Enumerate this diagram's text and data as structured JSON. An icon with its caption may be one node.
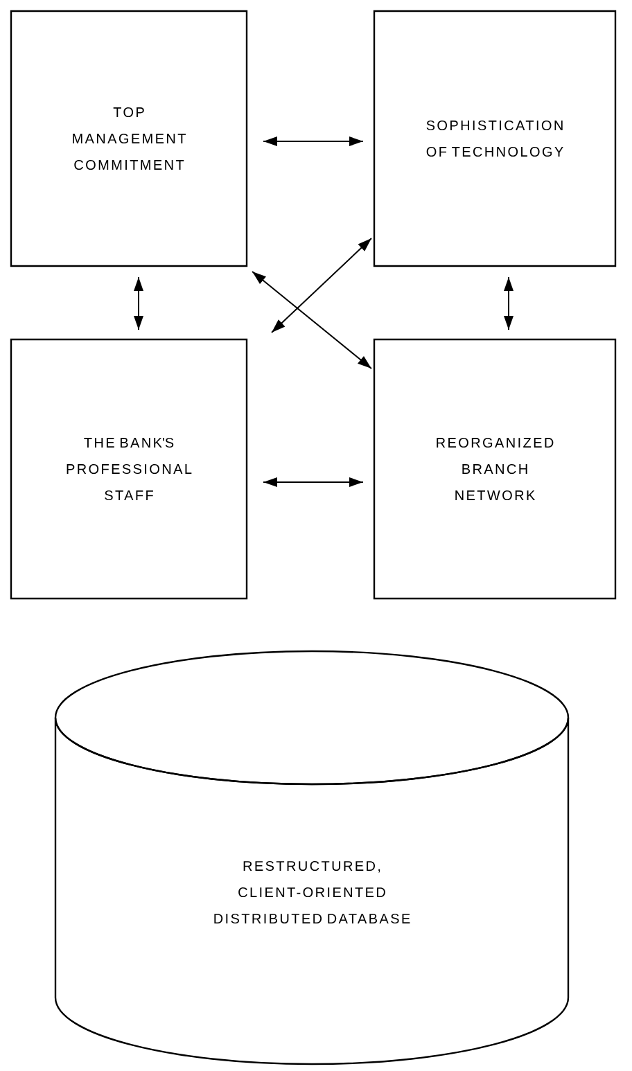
{
  "diagram": {
    "nodes": [
      {
        "text": [
          "TOP MANAGEMENT COMMITMENT"
        ]
      },
      {
        "text": [
          "SOPHISTICATION OF TECHNOLOGY"
        ]
      },
      {
        "text": [
          "THE BANK'S PROFESSIONAL STAFF"
        ]
      },
      {
        "text": [
          "REORGANIZED BRANCH NETWORK"
        ]
      },
      {
        "text": [
          "RESTRUCTURED, CLIENT-ORIENTED DISTRIBUTED DATABASE"
        ]
      }
    ],
    "edges": [
      {
        "from": 0,
        "to": 1,
        "arrow": "both"
      },
      {
        "from": 0,
        "to": 2,
        "arrow": "both"
      },
      {
        "from": 1,
        "to": 3,
        "arrow": "both"
      },
      {
        "from": 0,
        "to": 3,
        "arrow": "both"
      },
      {
        "from": 1,
        "to": 2,
        "arrow": "both"
      },
      {
        "from": 2,
        "to": 3,
        "arrow": "both"
      }
    ]
  }
}
